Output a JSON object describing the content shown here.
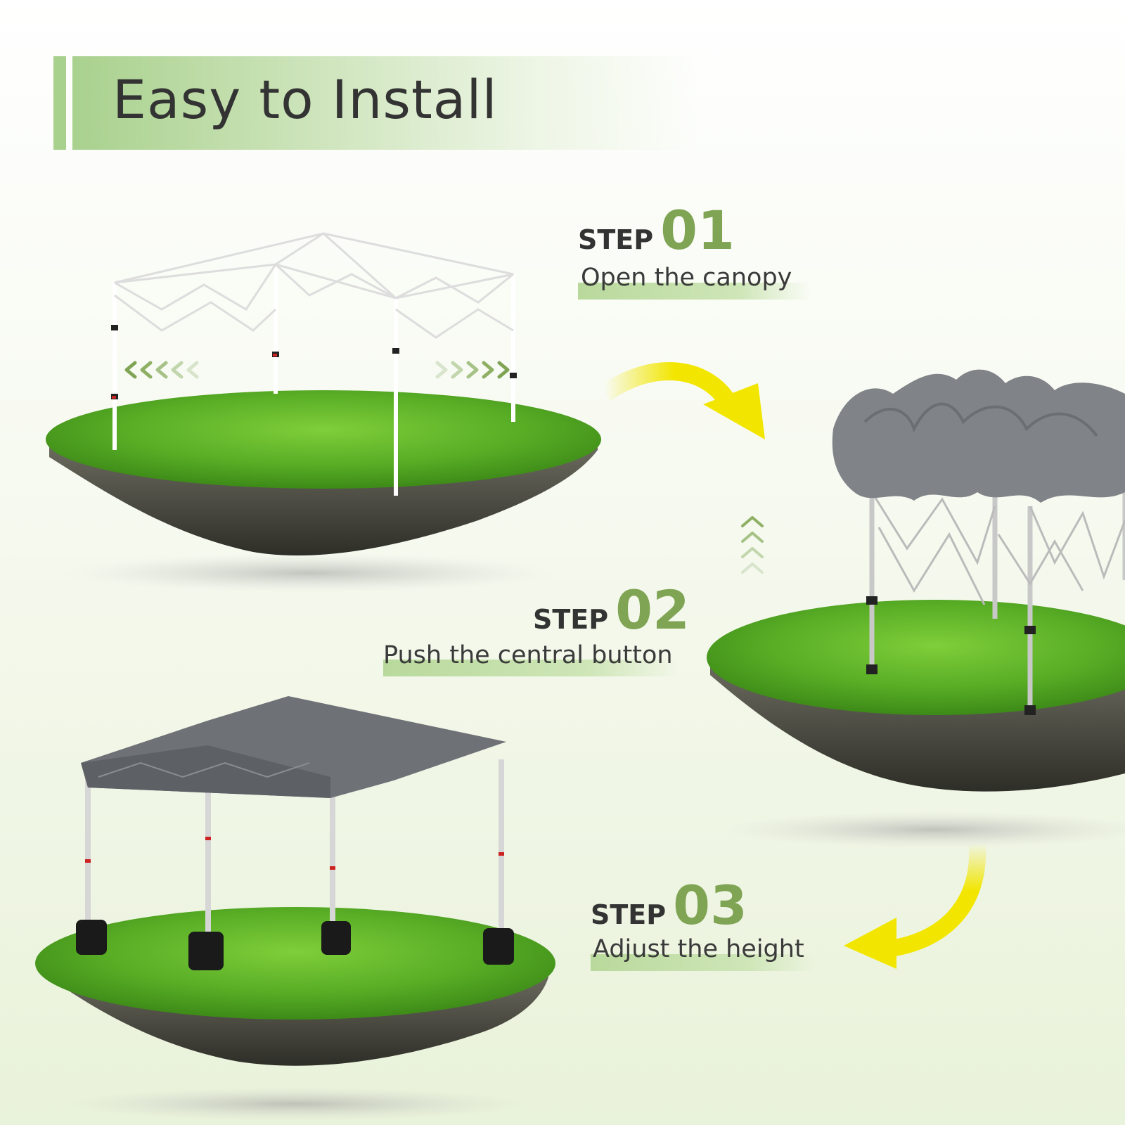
{
  "header": {
    "title": "Easy to Install"
  },
  "steps": [
    {
      "word": "STEP",
      "number": "01",
      "description": "Open the canopy"
    },
    {
      "word": "STEP",
      "number": "02",
      "description": "Push the central button"
    },
    {
      "word": "STEP",
      "number": "03",
      "description": "Adjust the height"
    }
  ],
  "colors": {
    "accent_green": "#7fa454",
    "banner_green": "#a9d18e",
    "arrow_yellow": "#f2e600",
    "text_dark": "#333333"
  },
  "icons": [
    "left-chevrons-icon",
    "right-chevrons-icon",
    "up-chevrons-icon",
    "curved-arrow-icon"
  ]
}
